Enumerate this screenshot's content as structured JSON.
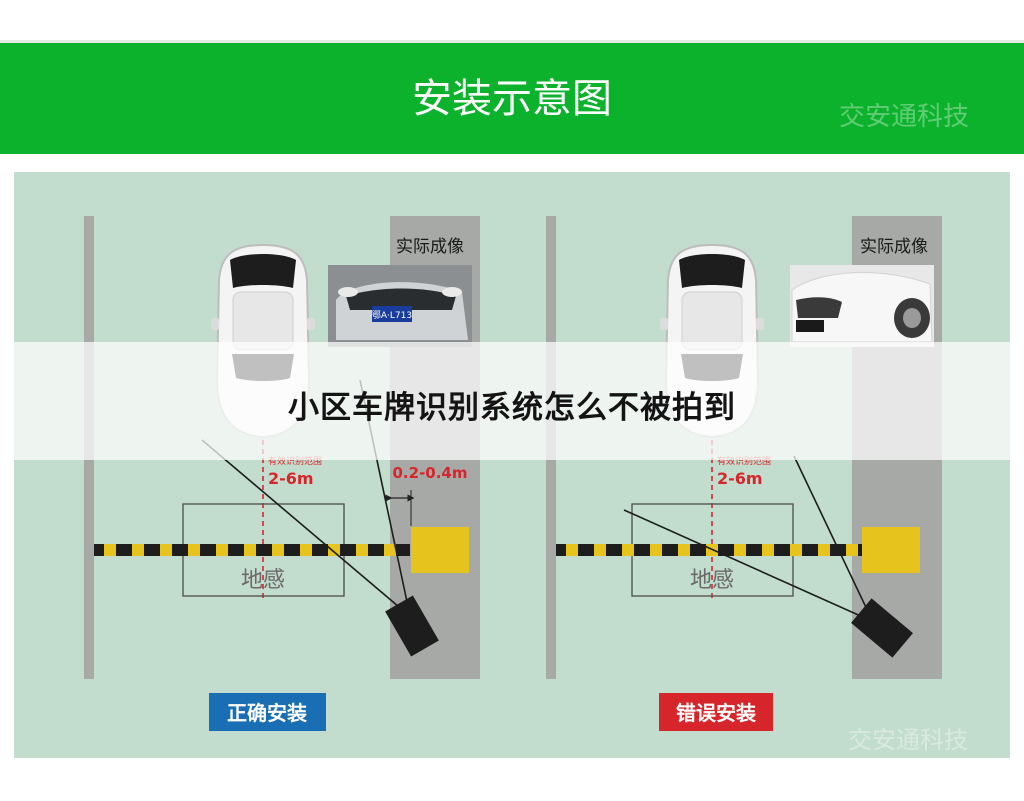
{
  "header": {
    "title": "安装示意图",
    "watermark_top": "交安通科技",
    "watermark_bottom": "交安通科技"
  },
  "panels": [
    {
      "id": "correct",
      "camera_label": "实际成像",
      "range_label_small": "有效识别范围",
      "range_label": "2-6m",
      "offset_label": "0.2-0.4m",
      "loop_label": "地感",
      "plate_text": "鄂A·L713",
      "badge_label": "正确安装",
      "badge_color": "#1a6fb4"
    },
    {
      "id": "wrong",
      "camera_label": "实际成像",
      "range_label_small": "有效识别范围",
      "range_label": "2-6m",
      "loop_label": "地感",
      "badge_label": "错误安装",
      "badge_color": "#d6262b"
    }
  ],
  "overlay": {
    "title": "小区车牌识别系统怎么不被拍到"
  },
  "colors": {
    "header_green": "#0cb22c",
    "panel_bg": "#c2dccd",
    "lane_gray": "#a6a9a6",
    "barrier_yellow": "#e7c31e",
    "label_red": "#d6262b"
  }
}
